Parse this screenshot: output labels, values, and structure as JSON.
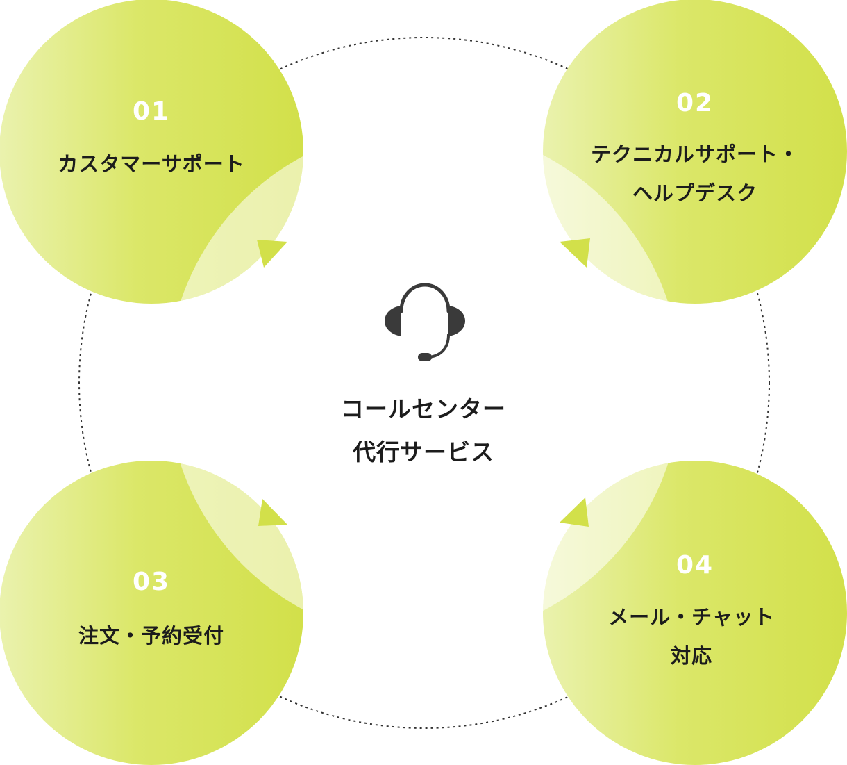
{
  "center": {
    "icon": "headset-icon",
    "title_line1": "コールセンター",
    "title_line2": "代行サービス"
  },
  "services": [
    {
      "number": "01",
      "line1": "カスタマーサポート",
      "line2": ""
    },
    {
      "number": "02",
      "line1": "テクニカルサポート・",
      "line2": "ヘルプデスク"
    },
    {
      "number": "03",
      "line1": "注文・予約受付",
      "line2": ""
    },
    {
      "number": "04",
      "line1": "メール・チャット",
      "line2": "対応"
    }
  ],
  "colors": {
    "accent": "#d2e04a",
    "accent_light": "#e9f0a8",
    "icon_dark": "#3a3a3a",
    "dotted_ring": "#333333"
  }
}
